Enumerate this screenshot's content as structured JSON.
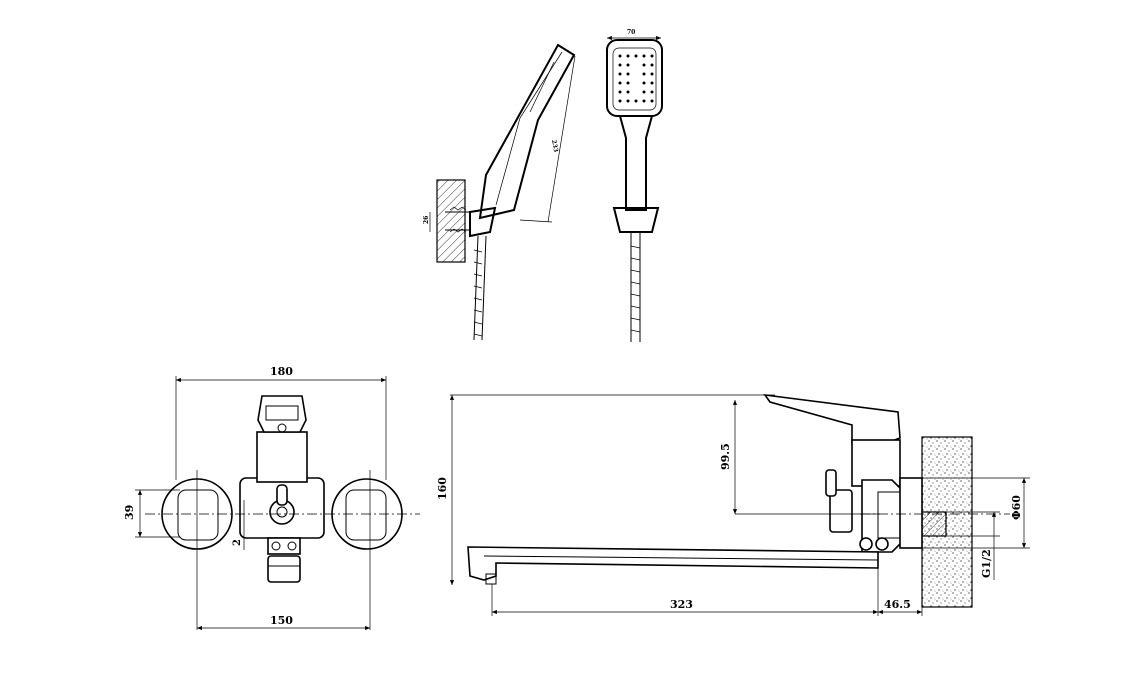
{
  "labels": {
    "width_top": "180",
    "width_bottom": "150",
    "height_left": "39",
    "offset_small": "2",
    "height_side": "160",
    "spout_len": "323",
    "wall_offset": "46.5",
    "handle_height": "99.5",
    "escutcheon_dia": "Φ60",
    "thread": "G1/2",
    "shower_head_width": "70",
    "shower_length": "233",
    "holder_depth": "26"
  }
}
